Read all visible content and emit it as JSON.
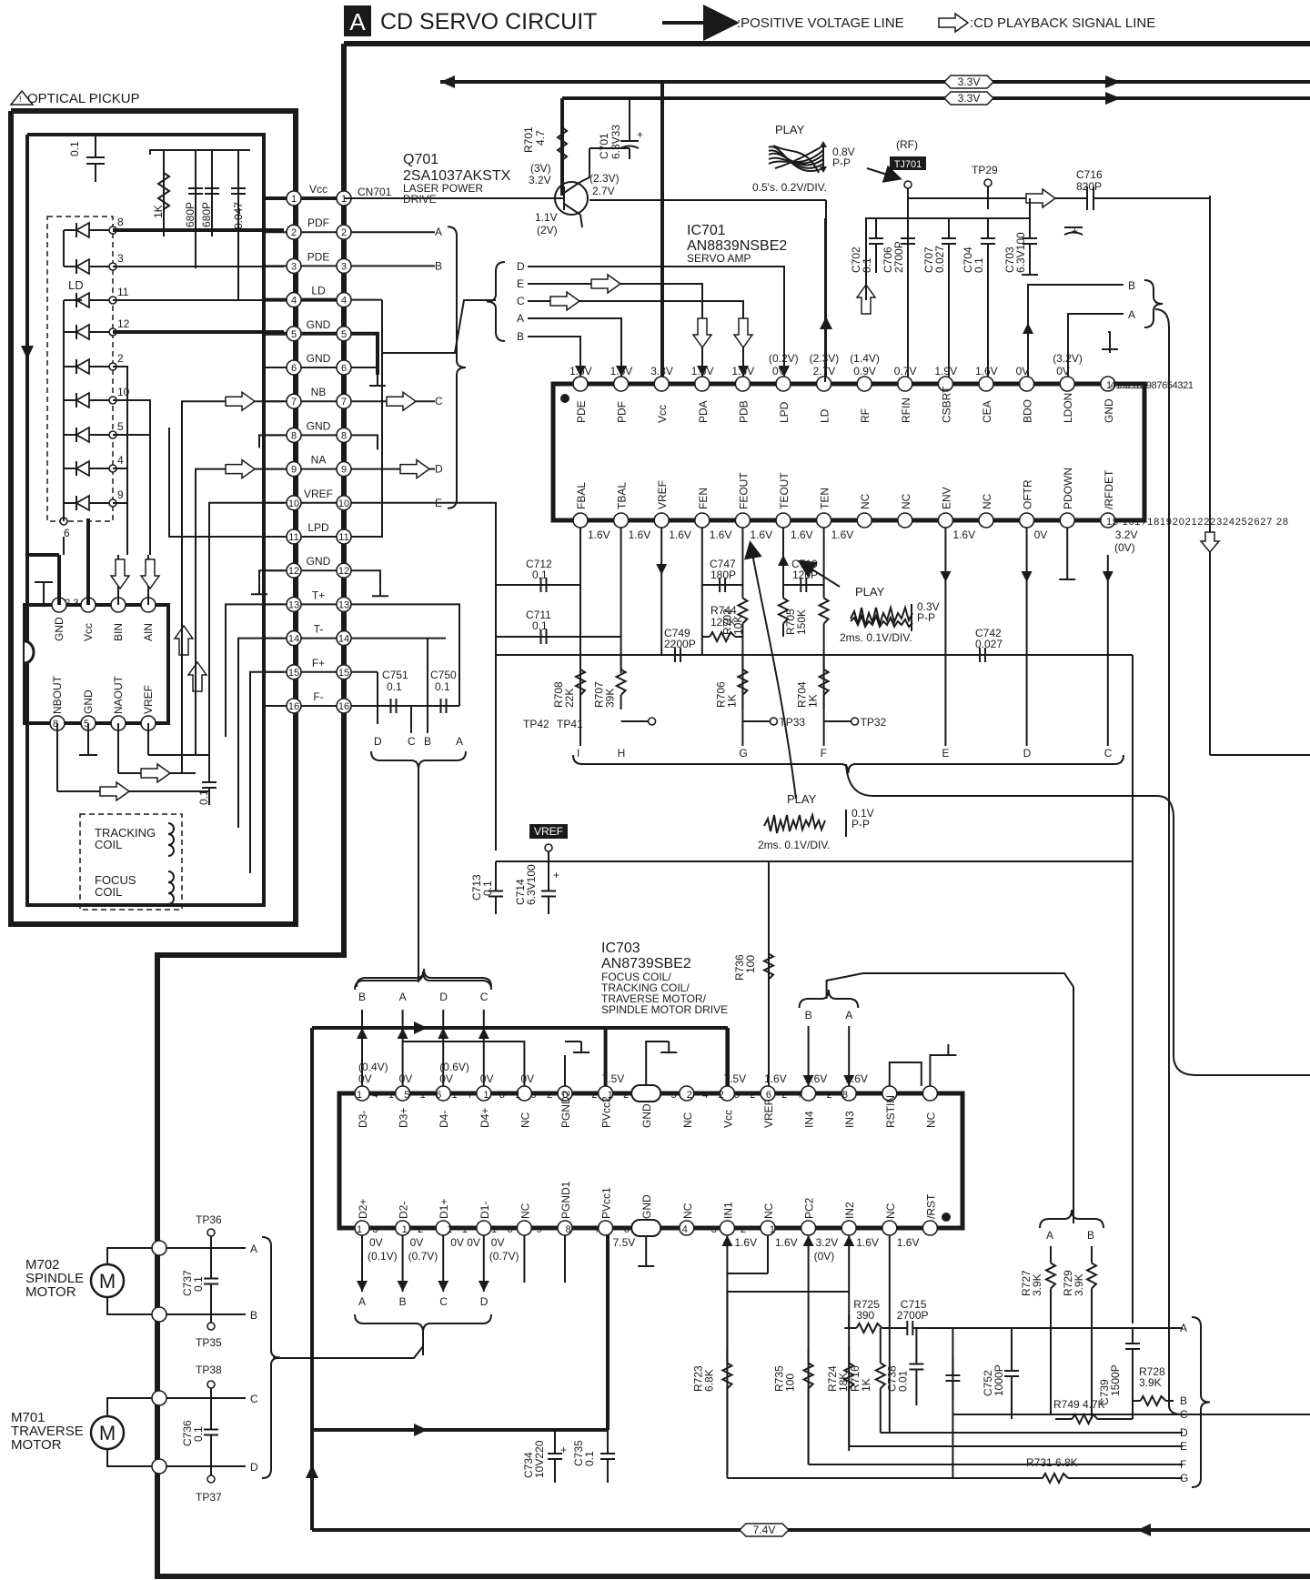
{
  "header": {
    "letter": "A",
    "title": "CD SERVO CIRCUIT",
    "legend_positive": ":POSITIVE VOLTAGE LINE",
    "legend_signal": ":CD PLAYBACK SIGNAL LINE"
  },
  "optical_pickup": {
    "label": "OPTICAL PICKUP",
    "cap_01": "0.1",
    "res_1k": "1K",
    "cap_680p_a": "680P",
    "cap_680p_b": "680P",
    "cap_0047": "0.047",
    "ld_label": "LD",
    "diode_numbers": [
      "8",
      "3",
      "11",
      "12",
      "2",
      "10",
      "5",
      "4",
      "9",
      "6"
    ],
    "chip_pins_top": [
      "GND",
      "Vcc",
      "BIN",
      "AIN"
    ],
    "chip_pins_bottom": [
      "NBOUT",
      "GND",
      "NAOUT",
      "VREF"
    ],
    "chip_pin_nums_top": "1  2 3  4",
    "chip_pin_nums_bottom": [
      "8",
      "5"
    ],
    "cap_bottom": "0.1",
    "tracking_coil": [
      "TRACKING",
      "COIL"
    ],
    "focus_coil": [
      "FOCUS",
      "COIL"
    ]
  },
  "cn701": {
    "label": "CN701",
    "pins": [
      {
        "n": "1",
        "name": "Vcc"
      },
      {
        "n": "2",
        "name": "PDF"
      },
      {
        "n": "3",
        "name": "PDE"
      },
      {
        "n": "4",
        "name": "LD"
      },
      {
        "n": "5",
        "name": "GND"
      },
      {
        "n": "6",
        "name": "GND"
      },
      {
        "n": "7",
        "name": "NB"
      },
      {
        "n": "8",
        "name": "GND"
      },
      {
        "n": "9",
        "name": "NA"
      },
      {
        "n": "10",
        "name": "VREF"
      },
      {
        "n": "11",
        "name": "LPD"
      },
      {
        "n": "12",
        "name": "GND"
      },
      {
        "n": "13",
        "name": "T+"
      },
      {
        "n": "14",
        "name": "T-"
      },
      {
        "n": "15",
        "name": "F+"
      },
      {
        "n": "16",
        "name": "F-"
      }
    ],
    "right_letters": [
      "A",
      "B",
      "C",
      "D",
      "E"
    ],
    "bottom_letters": [
      "D",
      "C",
      "B",
      "A"
    ],
    "c751": [
      "C751",
      "0.1"
    ],
    "c750": [
      "C750",
      "0.1"
    ]
  },
  "q701": {
    "name": "Q701",
    "part": "2SA1037AKSTX",
    "desc1": "LASER POWER",
    "desc2": "DRIVE",
    "r701": [
      "R701",
      "4.7"
    ],
    "c701": [
      "C701",
      "6.3V33"
    ],
    "v_3v": "(3V)",
    "v_32v": "3.2V",
    "v_23v": "(2.3V)",
    "v_27v": "2.7V",
    "v_11v": "1.1V",
    "v_2v": "(2V)"
  },
  "supply": {
    "v33_a": "3.3V",
    "v33_b": "3.3V",
    "v74": "7.4V"
  },
  "play_rf": {
    "label": "PLAY",
    "amp": "0.8V",
    "pp": "P-P",
    "scale": "0.5's. 0.2V/DIV.",
    "rf": "(RF)",
    "tj701": "TJ701",
    "tp29": "TP29"
  },
  "c716": [
    "C716",
    "820P"
  ],
  "rf_caps": [
    [
      "C702",
      "0.1"
    ],
    [
      "C706",
      "2700P"
    ],
    [
      "C707",
      "0.027"
    ],
    [
      "C704",
      "0.1"
    ],
    [
      "C703",
      "6.3V100"
    ]
  ],
  "ic701": {
    "name": "IC701",
    "part": "AN8839NSBE2",
    "desc": "SERVO AMP",
    "left_letters": [
      "D",
      "E",
      "C",
      "A",
      "B"
    ],
    "top_pins": [
      "PDE",
      "PDF",
      "Vcc",
      "PDA",
      "PDB",
      "LPD",
      "LD",
      "RF",
      "RFIN",
      "CSBRT",
      "CEA",
      "BDO",
      "LDON",
      "GND"
    ],
    "top_volts": [
      "1.6V",
      "1.6V",
      "3.3V",
      "1.6V",
      "1.6V",
      "0V",
      "2.7V",
      "0.9V",
      "0.7V",
      "1.9V",
      "1.6V",
      "0V",
      "0V",
      ""
    ],
    "top_paren": [
      "",
      "",
      "",
      "",
      "",
      "(0.2V)",
      "(2.3V)",
      "(1.4V)",
      "",
      "",
      "",
      "",
      "(3.2V)",
      ""
    ],
    "top_pin_nums": "14 131211109 8 7 6 5 4 3 2 1",
    "bottom_pins": [
      "FBAL",
      "TBAL",
      "VREF",
      "FEN",
      "FEOUT",
      "TEOUT",
      "TEN",
      "NC",
      "NC",
      "ENV",
      "NC",
      "OFTR",
      "PDOWN",
      "/RFDET"
    ],
    "bottom_volts": [
      "1.6V",
      "1.6V",
      "1.6V",
      "1.6V",
      "1.6V",
      "1.6V",
      "1.6V",
      "",
      "",
      "1.6V",
      "",
      "0V",
      "",
      "3.2V"
    ],
    "bottom_paren_last": "(0V)",
    "bottom_pin_nums": "15 161718192021222324252627 28",
    "right_letters": [
      "B",
      "A"
    ]
  },
  "ic701_parts": {
    "c712": [
      "C712",
      "0.1"
    ],
    "c711": [
      "C711",
      "0.1"
    ],
    "c747": [
      "C747",
      "180P"
    ],
    "c710": [
      "C710",
      "120P"
    ],
    "r744": [
      "R744",
      "120K"
    ],
    "r702": [
      "R702",
      "10K"
    ],
    "r705": [
      "R705",
      "150K"
    ],
    "c749": [
      "C749",
      "2200P"
    ],
    "c742": [
      "C742",
      "0.027"
    ],
    "r708": [
      "R708",
      "22K"
    ],
    "r707": [
      "R707",
      "39K"
    ],
    "r706": [
      "R706",
      "1K"
    ],
    "r704": [
      "R704",
      "1K"
    ],
    "tp42": "TP42",
    "tp41": "TP41",
    "tp33": "TP33",
    "tp32": "TP32",
    "bottom_letters": [
      "I",
      "H",
      "G",
      "F",
      "E",
      "D",
      "C"
    ]
  },
  "play_te": {
    "label": "PLAY",
    "amp": "0.3V",
    "pp": "P-P",
    "scale": "2ms. 0.1V/DIV."
  },
  "play_fe": {
    "label": "PLAY",
    "amp": "0.1V",
    "pp": "P-P",
    "scale": "2ms. 0.1V/DIV."
  },
  "vref_block": {
    "label": "VREF",
    "c713": [
      "C713",
      "0.1"
    ],
    "c714": [
      "C714",
      "6.3V100"
    ],
    "r736": [
      "R736",
      "100"
    ]
  },
  "ic703": {
    "name": "IC703",
    "part": "AN8739SBE2",
    "desc": [
      "FOCUS COIL/",
      "TRACKING COIL/",
      "TRAVERSE MOTOR/",
      "SPINDLE MOTOR DRIVE"
    ],
    "top_letters": [
      "B",
      "A",
      "D",
      "C"
    ],
    "top_letters_right": [
      "B",
      "A"
    ],
    "top_pins": [
      "D3-",
      "D3+",
      "D4-",
      "D4+",
      "NC",
      "PGND2",
      "PVcc2",
      "GND",
      "NC",
      "Vcc",
      "VREF",
      "IN4",
      "IN3",
      "RSTIN",
      "NC"
    ],
    "top_volts": [
      "0V",
      "0V",
      "0V",
      "0V",
      "0V",
      "",
      "7.5V",
      "",
      "",
      "7.5V",
      "1.6V",
      "1.6V",
      "1.6V",
      "",
      ""
    ],
    "top_paren": [
      "(0.4V)",
      "",
      "(0.6V)",
      "",
      "",
      "",
      "",
      "",
      "",
      "",
      "",
      "",
      "",
      "",
      ""
    ],
    "top_pin_nums": "14151617181920    21222324252627 28",
    "bottom_pins": [
      "D2+",
      "D2-",
      "D1+",
      "D1-",
      "NC",
      "PGND1",
      "PVcc1",
      "GND",
      "NC",
      "IN1",
      "NC",
      "PC2",
      "IN2",
      "NC",
      "/RST"
    ],
    "bottom_volts": [
      "0V",
      "0V",
      "0V 0V",
      "0V",
      "",
      "",
      "7.5V",
      "",
      "",
      "1.6V",
      "1.6V",
      "3.2V",
      "1.6V",
      "1.6V",
      ""
    ],
    "bottom_paren": [
      "(0.1V)",
      "(0.7V)",
      "",
      "(0.7V)",
      "",
      "",
      "",
      "",
      "",
      "",
      "",
      "(0V)",
      "",
      "",
      ""
    ],
    "bottom_pin_nums": "13 12 11 10 9 8 7 6 5 4 3 2 1",
    "bottom_letters": [
      "A",
      "B",
      "C",
      "D"
    ]
  },
  "motors": {
    "m702": [
      "M702",
      "SPINDLE",
      "MOTOR"
    ],
    "m701": [
      "M701",
      "TRAVERSE",
      "MOTOR"
    ],
    "tp36": "TP36",
    "tp35": "TP35",
    "tp38": "TP38",
    "tp37": "TP37",
    "c737": [
      "C737",
      "0.1"
    ],
    "c736": [
      "C736",
      "0.1"
    ],
    "letters": [
      "A",
      "B",
      "C",
      "D"
    ]
  },
  "bottom_parts": {
    "r725": [
      "R725",
      "390"
    ],
    "c715": [
      "C715",
      "2700P"
    ],
    "r723": [
      "R723",
      "6.8K"
    ],
    "r735": [
      "R735",
      "100"
    ],
    "r724": [
      "R724",
      "18K"
    ],
    "r716": [
      "R716",
      "1K"
    ],
    "c738": [
      "C738",
      "0.01"
    ],
    "c752": [
      "C752",
      "1000P"
    ],
    "r727": [
      "R727",
      "3.9K"
    ],
    "r729": [
      "R729",
      "3.9K"
    ],
    "c739": [
      "C739",
      "1500P"
    ],
    "r728": [
      "R728",
      "3.9K"
    ],
    "r749": [
      "R749",
      "4.7K"
    ],
    "r731": [
      "R731",
      "6.8K"
    ],
    "c734": [
      "C734",
      "10V220"
    ],
    "c735": [
      "C735",
      "0.1"
    ],
    "ab_letters": [
      "A",
      "B"
    ],
    "right_letters": [
      "A",
      "B",
      "C",
      "D",
      "E",
      "F",
      "G"
    ]
  }
}
